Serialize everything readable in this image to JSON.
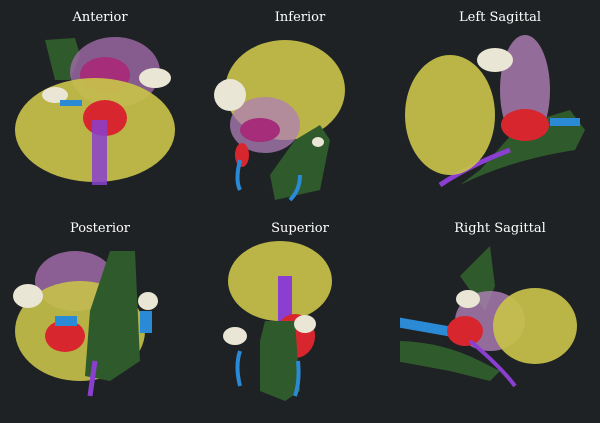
{
  "figure": {
    "views": [
      {
        "label": "Anterior"
      },
      {
        "label": "Inferior"
      },
      {
        "label": "Left Sagittal"
      },
      {
        "label": "Posterior"
      },
      {
        "label": "Superior"
      },
      {
        "label": "Right Sagittal"
      }
    ]
  },
  "colors": {
    "background": "#1f2224",
    "bladder": "#c8c24a",
    "rectum": "#2f5a2c",
    "vessels": "#2a8ad6",
    "tumor": "#d8262e",
    "urethra": "#8a3fd0",
    "prostate": "#b07fb8",
    "nodes": "#e9e6d6"
  }
}
